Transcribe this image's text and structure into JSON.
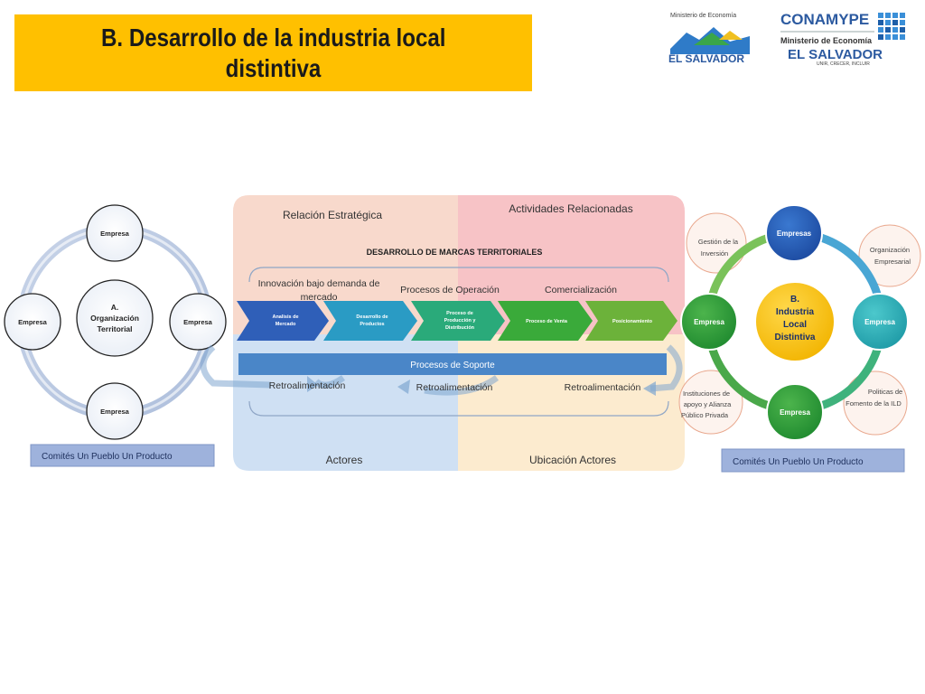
{
  "slide": {
    "title_line1": "B.  Desarrollo de la industria local",
    "title_line2": "distintiva"
  },
  "logos": {
    "ministerio_label": "Ministerio de Economía",
    "el_salvador": "EL SALVADOR",
    "conamype": "CONAMYPE",
    "conamype_ministerio": "Ministerio de Economía",
    "el_salvador_2": "EL SALVADOR",
    "tagline": "UNIR, CRECER, INCLUIR"
  },
  "left_cluster": {
    "center": [
      "A.",
      "Organización",
      "Territorial"
    ],
    "top": "Empresa",
    "left": "Empresa",
    "right": "Empresa",
    "bottom": "Empresa",
    "comites": "Comités Un Pueblo Un Producto"
  },
  "center_panel": {
    "relacion": "Relación Estratégica",
    "actividades": "Actividades Relacionadas",
    "marcas": "DESARROLLO DE MARCAS TERRITORIALES",
    "innovacion_1": "Innovación bajo demanda de",
    "innovacion_2": "mercado",
    "procesos_operacion": "Procesos de Operación",
    "comercializacion": "Comercialización",
    "chevrons": [
      [
        "Analisis de",
        "Mercado"
      ],
      [
        "Desarrollo de",
        "Productos"
      ],
      [
        "Proceso de",
        "Producción y",
        "Distribución"
      ],
      [
        "Proceso de Venta"
      ],
      [
        "Posicionamiento"
      ]
    ],
    "soporte": "Procesos de Soporte",
    "retro_1": "Retroalimentación",
    "retro_2": "Retroalimentación",
    "retro_3": "Retroalimentación",
    "actores": "Actores",
    "ubicacion": "Ubicación Actores"
  },
  "right_cluster": {
    "center": [
      "B.",
      "Industria",
      "Local",
      "Distintiva"
    ],
    "top": "Empresas",
    "left": "Empresa",
    "right": "Empresa",
    "bottom": "Empresa",
    "gestion": [
      "Gestión de la",
      "Inversión"
    ],
    "organizacion": [
      "Organización",
      "Empresarial"
    ],
    "instituciones": [
      "Instituciones de",
      "apoyo y  Alianza",
      "Público Privada"
    ],
    "politicas": [
      "Politicas de",
      "Fomento de la ILD"
    ],
    "comites": "Comités Un Pueblo Un Producto"
  },
  "colors": {
    "title_bg": "#ffc000",
    "soporte_bar": "#4a86c8",
    "chevron_1": "#2f5fb8",
    "chevron_2": "#2a9bc4",
    "chevron_3": "#2aaa7a",
    "chevron_4": "#3aaa3a",
    "chevron_5": "#6cb23a",
    "comites_box": "#9eb2dc"
  }
}
